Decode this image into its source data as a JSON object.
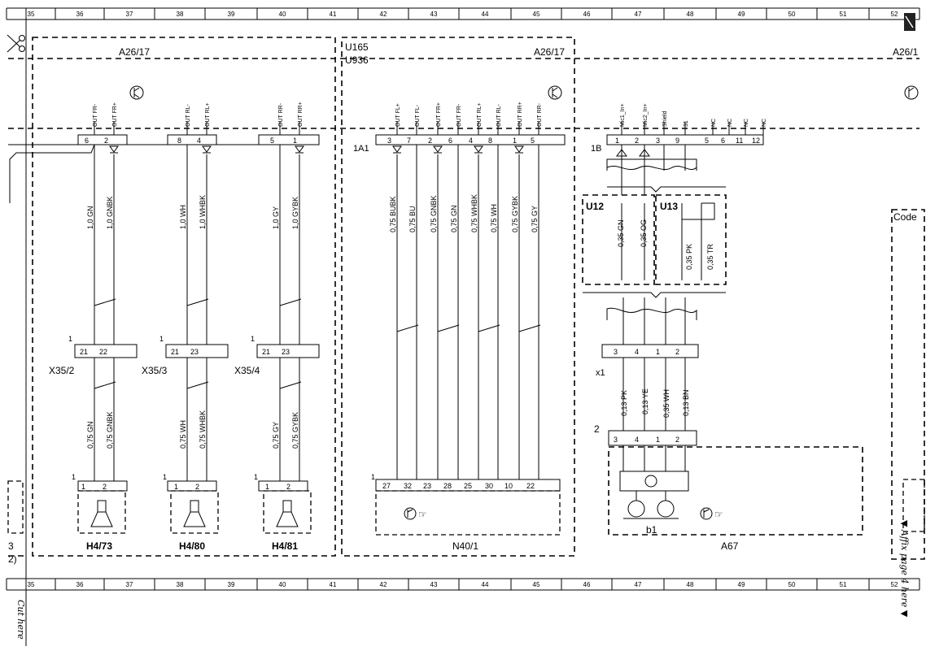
{
  "ruler": {
    "numbers": [
      "35",
      "36",
      "37",
      "38",
      "39",
      "40",
      "41",
      "42",
      "43",
      "44",
      "45",
      "46",
      "47",
      "48",
      "49",
      "50",
      "51",
      "52"
    ]
  },
  "module_labels": {
    "a26_left": "A26/17",
    "a26_mid": "A26/17",
    "a26_right": "A26/1",
    "u165": "U165",
    "u936": "U936",
    "code": "Code"
  },
  "connector_labels": {
    "c_1a1": "1A1",
    "c_1b": "1B",
    "x1": "x1",
    "x352": "X35/2",
    "x353": "X35/3",
    "x354": "X35/4",
    "u12": "U12",
    "u13": "U13"
  },
  "component_labels": {
    "h473": "H4/73",
    "h480": "H4/80",
    "h481": "H4/81",
    "n401": "N40/1",
    "a67": "A67",
    "b1": "b1",
    "left3": "3",
    "left2": "2)"
  },
  "margin_text": {
    "cut_here": "Cut here",
    "affix": "▼ Affix page 4 here ▼"
  },
  "pin_names": {
    "out_fr_minus": "OUT FR-",
    "out_fr_plus": "OUT FR+",
    "out_rl_minus": "OUT RL-",
    "out_rl_plus": "OUT RL+",
    "out_rr_minus": "OUT RR-",
    "out_rr_plus": "OUT RR+",
    "n_out_fl_plus": "OUT FL+",
    "n_out_fl_minus": "OUT FL-",
    "n_out_fr_plus": "OUT FR+",
    "n_out_fr_minus": "OUT FR-",
    "n_out_rl_plus": "OUT RL+",
    "n_out_rl_minus": "OUT RL-",
    "n_out_rr_plus": "OUT RR+",
    "n_out_rr_minus": "OUT RR-",
    "mic1": "Mic1_In+",
    "mic2": "Mic2_In+",
    "shield": "Shield",
    "p31": "31",
    "nc1": "NC",
    "nc2": "NC",
    "nc3": "NC",
    "nc4": "NC"
  },
  "wires": {
    "w1": "1,0 GN",
    "w2": "1,0 GNBK",
    "w3": "1,0 WH",
    "w4": "1,0 WHBK",
    "w5": "1,0 GY",
    "w6": "1,0 GYBK",
    "w7": "0,75 GN",
    "w8": "0,75 GNBK",
    "w9": "0,75 WH",
    "w10": "0,75 WHBK",
    "w11": "0,75 GY",
    "w12": "0,75 GYBK",
    "n1": "0,75 BUBK",
    "n2": "0,75 BU",
    "n3": "0,75 GNBK",
    "n4": "0,75 GN",
    "n5": "0,75 WHBK",
    "n6": "0,75 WH",
    "n7": "0,75 GYBK",
    "n8": "0,75 GY",
    "u1": "0,35 GN",
    "u2": "0,35 OG",
    "u3": "0,35 PK",
    "u4": "0,35 TR",
    "x1a": "0,13 PK",
    "x1b": "0,13 YE",
    "x1c": "0,35 WH",
    "x1d": "0,13 BN"
  },
  "pins": {
    "a_6": "6",
    "a_2": "2",
    "a_8": "8",
    "a_4": "4",
    "a_5": "5",
    "a_1": "1",
    "n_3": "3",
    "n_7": "7",
    "n_2": "2",
    "n_6": "6",
    "n_4": "4",
    "n_8": "8",
    "n_1": "1",
    "n_5": "5",
    "b_1": "1",
    "b_2": "2",
    "b_3": "3",
    "b_9": "9",
    "b_5": "5",
    "b_6": "6",
    "b_11": "11",
    "b_12": "12",
    "x352_one": "1",
    "x352_a": "21",
    "x352_b": "22",
    "x353_one": "1",
    "x353_a": "21",
    "x353_b": "23",
    "x354_one": "1",
    "x354_a": "21",
    "x354_b": "23",
    "h1_one": "1",
    "h1_a": "1",
    "h1_b": "2",
    "h2_one": "1",
    "h2_a": "1",
    "h2_b": "2",
    "h3_one": "1",
    "h3_a": "1",
    "h3_b": "2",
    "nb_one": "1",
    "nb_27": "27",
    "nb_32": "32",
    "nb_23": "23",
    "nb_28": "28",
    "nb_25": "25",
    "nb_30": "30",
    "nb_10": "10",
    "nb_22": "22",
    "x1_3": "3",
    "x1_4": "4",
    "x1_1": "1",
    "x1_2": "2",
    "a67_two": "2",
    "a67_3": "3",
    "a67_4": "4",
    "a67_1": "1",
    "a67_2": "2"
  }
}
